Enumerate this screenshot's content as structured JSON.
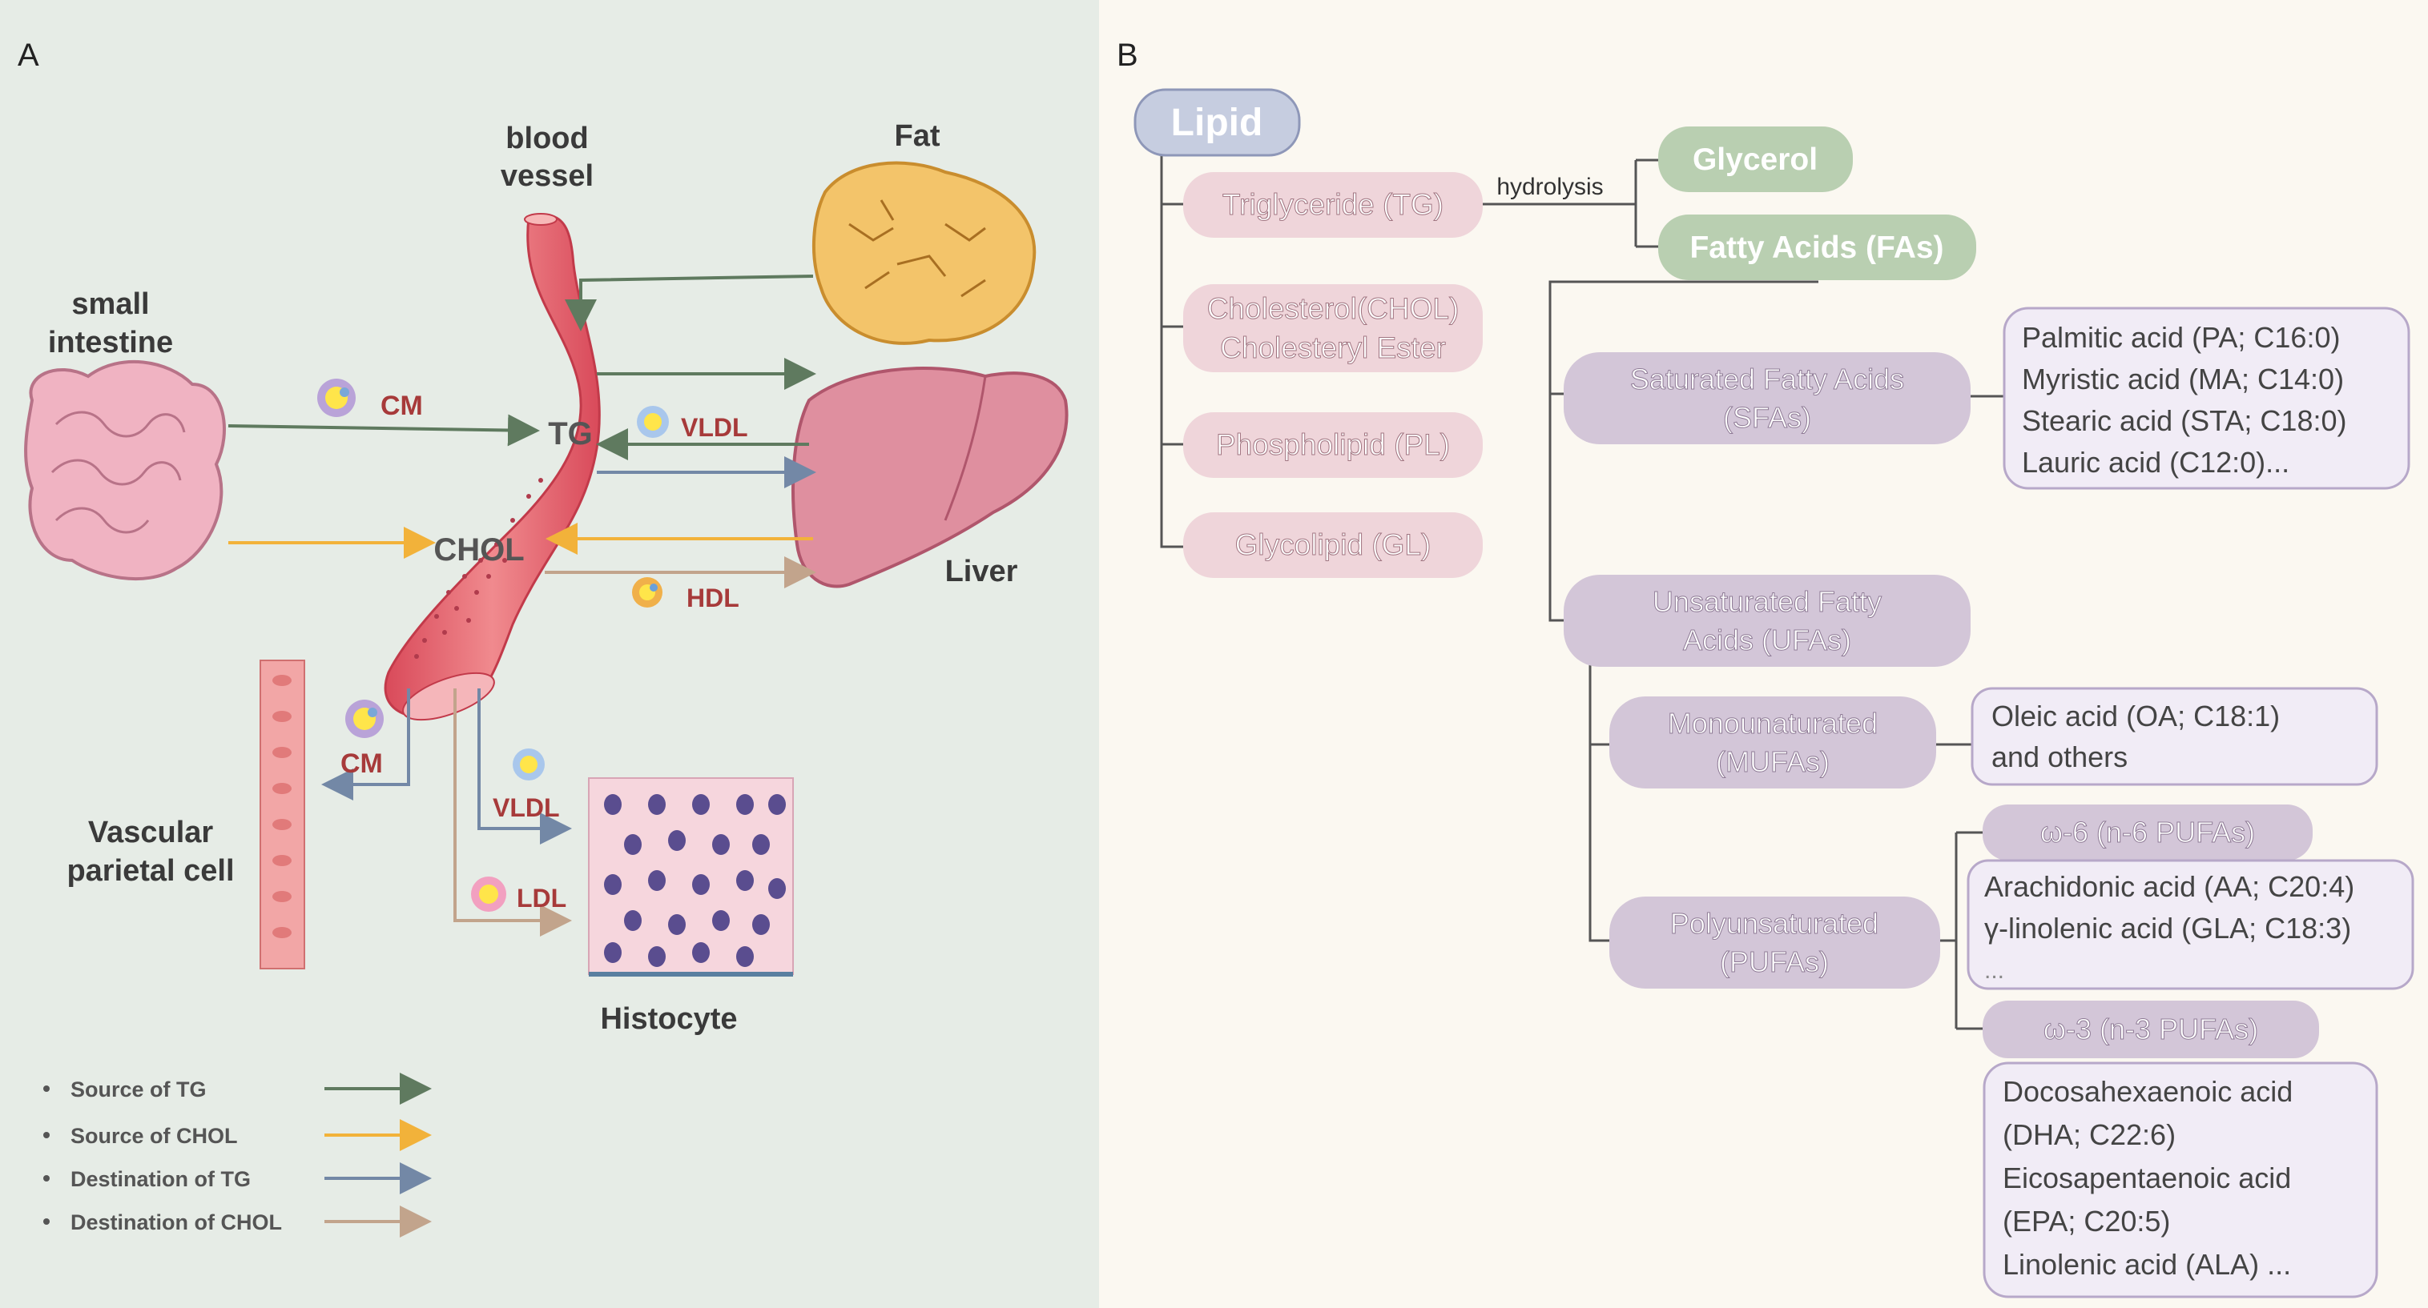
{
  "panel_a": {
    "letter": "A",
    "blood_vessel": [
      "blood",
      "vessel"
    ],
    "fat": "Fat",
    "small_intestine": [
      "small",
      "intestine"
    ],
    "liver": "Liver",
    "vascular_cell": [
      "Vascular",
      "parietal cell"
    ],
    "histocyte": "Histocyte",
    "tg": "TG",
    "chol": "CHOL",
    "cm_top": "CM",
    "cm_bottom": "CM",
    "vldl_top": "VLDL",
    "vldl_bottom": "VLDL",
    "hdl": "HDL",
    "ldl": "LDL",
    "legend": [
      {
        "label": "Source of TG",
        "color": "#5f7a5f"
      },
      {
        "label": "Source of CHOL",
        "color": "#f2b23a"
      },
      {
        "label": "Destination  of TG",
        "color": "#7388a6"
      },
      {
        "label": "Destination  of CHOL",
        "color": "#c2a48c"
      }
    ]
  },
  "panel_b": {
    "letter": "B",
    "lipid": "Lipid",
    "tg": "Triglyceride (TG)",
    "chol": [
      "Cholesterol(CHOL)",
      "Cholesteryl Ester"
    ],
    "pl": "Phospholipid (PL)",
    "gl": "Glycolipid (GL)",
    "hydrolysis": "hydrolysis",
    "glycerol": "Glycerol",
    "fas": "Fatty Acids (FAs)",
    "sfas": [
      "Saturated Fatty Acids",
      "(SFAs)"
    ],
    "sfa_examples": [
      "Palmitic acid (PA; C16:0)",
      "Myristic acid (MA; C14:0)",
      "Stearic acid (STA; C18:0)",
      "Lauric acid (C12:0)..."
    ],
    "ufas": [
      "Unsaturated Fatty",
      "Acids (UFAs)"
    ],
    "mufas": [
      "Monounaturated",
      "(MUFAs)"
    ],
    "mufa_examples": [
      "Oleic acid (OA; C18:1)",
      "and others"
    ],
    "pufas": [
      "Polyunsaturated",
      "(PUFAs)"
    ],
    "n6": "ω-6 (n-6 PUFAs)",
    "n6_examples": [
      "Arachidonic acid (AA; C20:4)",
      "γ-linolenic acid (GLA; C18:3)",
      "..."
    ],
    "n3": "ω-3 (n-3 PUFAs)",
    "n3_examples": [
      "Docosahexaenoic acid",
      "(DHA; C22:6)",
      "Eicosapentaenoic acid",
      "(EPA; C20:5)",
      "Linolenic acid (ALA) ..."
    ]
  },
  "colors": {
    "lipid_box": "#c6cde0",
    "lipid_class_box": "#efd5da",
    "fa_box": "#b9cfb1",
    "category_box": "#d3c6d8",
    "example_box": "#f1ecf6",
    "label_pink_text": "#a07480",
    "label_white_text": "#ffffff"
  }
}
